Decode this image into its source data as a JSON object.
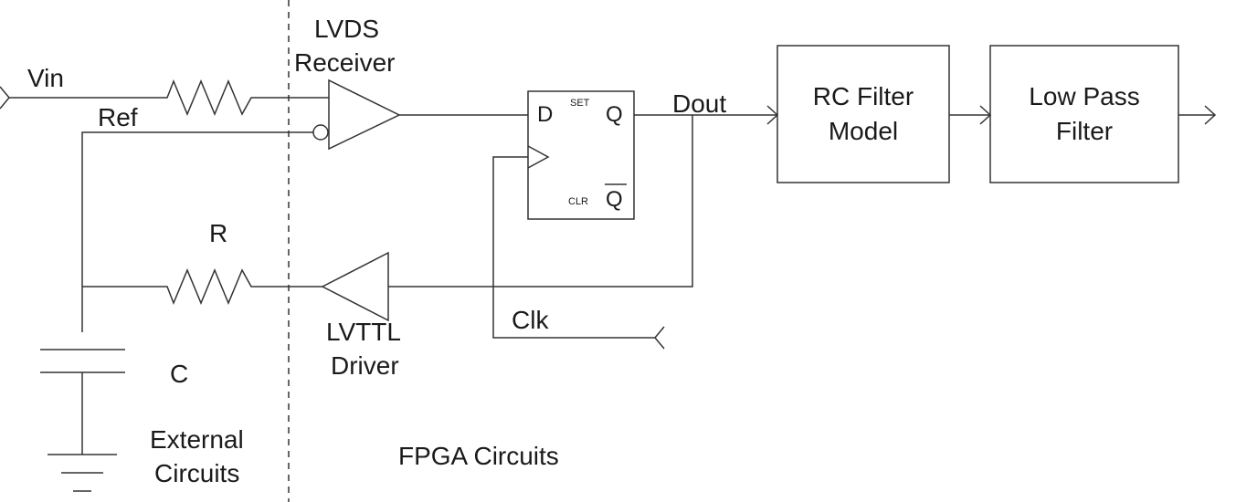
{
  "labels": {
    "vin": "Vin",
    "ref": "Ref",
    "lvds_line1": "LVDS",
    "lvds_line2": "Receiver",
    "r": "R",
    "c": "C",
    "lvttl_line1": "LVTTL",
    "lvttl_line2": "Driver",
    "clk": "Clk",
    "dout": "Dout",
    "external_line1": "External",
    "external_line2": "Circuits",
    "fpga": "FPGA Circuits"
  },
  "flipflop": {
    "d": "D",
    "set": "SET",
    "q": "Q",
    "clr": "CLR",
    "qbar": "Q"
  },
  "blocks": {
    "rc_filter_line1": "RC Filter",
    "rc_filter_line2": "Model",
    "lpf_line1": "Low Pass",
    "lpf_line2": "Filter"
  }
}
